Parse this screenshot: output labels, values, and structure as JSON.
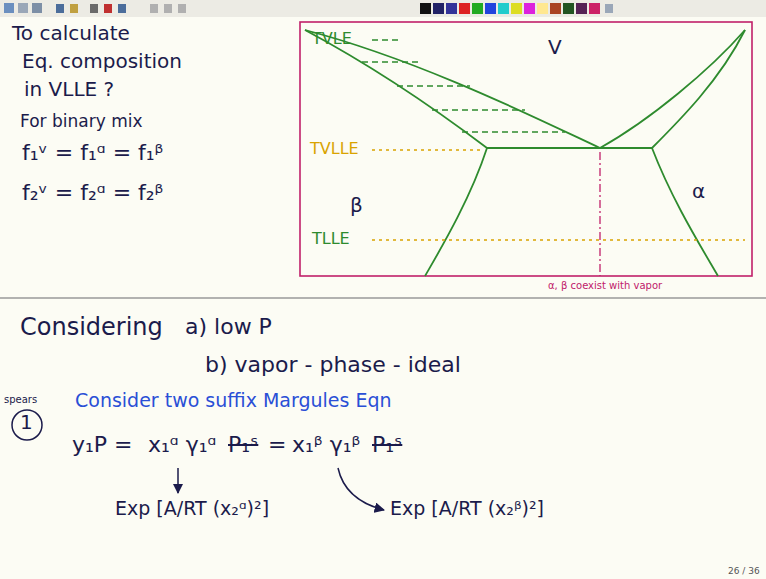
{
  "diagram": {
    "labels": [
      "To calculate",
      "Eq. composition",
      "in VLLE ?",
      "For binary mix",
      "f₁ᵛ = f₁ᵅ = f₁ᵝ",
      "f₂ᵛ = f₂ᵅ = f₂ᵝ",
      "TVLE",
      "V",
      "TVLLE",
      "β",
      "α",
      "TLLE",
      "α, β coexist with vapor",
      "Considering",
      "a) low P",
      "b) vapor - phase - ideal",
      "spears",
      "1",
      "Consider two suffix Margules Eqn",
      "y₁P =",
      "x₁ᵅ γ₁ᵅ",
      "P₁ˢ",
      "=",
      "x₁ᵝ γ₁ᵝ",
      "P₁ˢ",
      "Exp [A/RT (x₂ᵅ)²]",
      "Exp [A/RT (x₂ᵝ)²]",
      "26 / 36"
    ]
  }
}
